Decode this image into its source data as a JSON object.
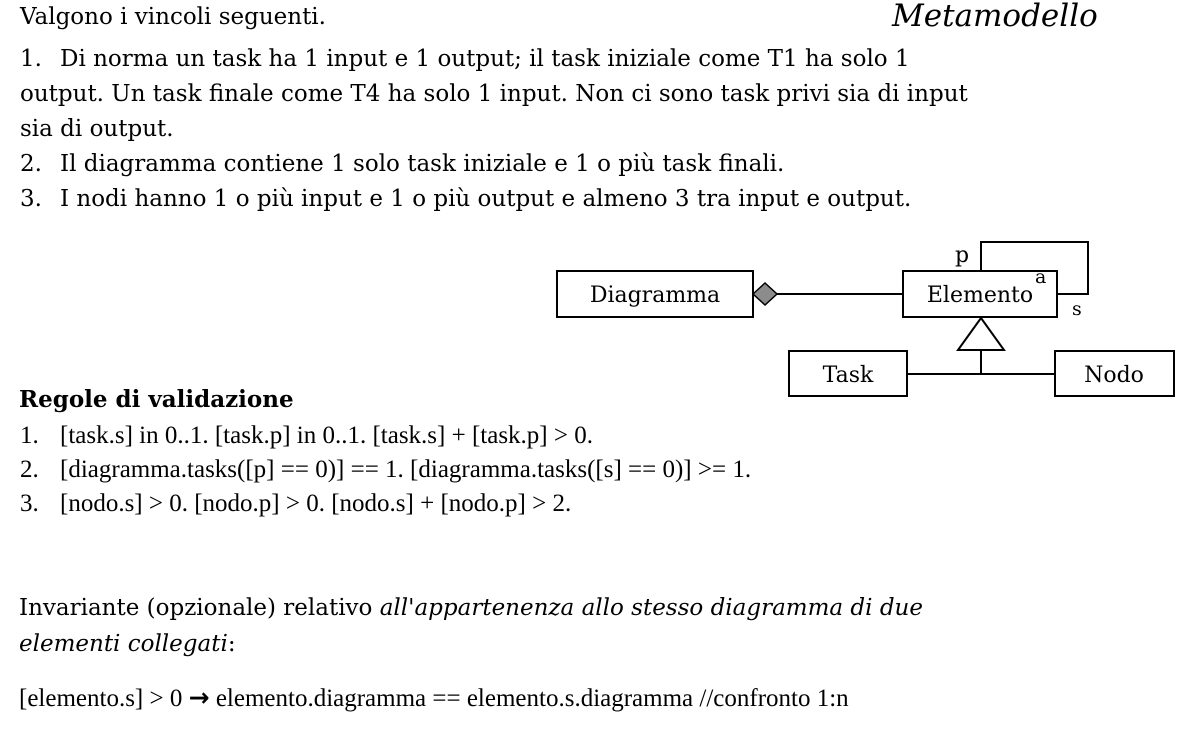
{
  "title": "Metamodello",
  "constraints": {
    "intro": "Valgono i vincoli seguenti.",
    "item1_line1": "Di norma un task ha 1 input e 1 output; il task iniziale come T1 ha solo 1",
    "item1_line2": "output. Un task finale come T4 ha solo 1 input. Non ci sono task privi sia di input",
    "item1_line3": "sia di output.",
    "item2": "Il diagramma contiene 1 solo task iniziale e 1 o più task finali.",
    "item3": "I nodi hanno 1 o più input e 1 o più output e almeno 3 tra input e output.",
    "numbers": [
      "1.",
      "2.",
      "3."
    ]
  },
  "diagram": {
    "diagramma": "Diagramma",
    "elemento": "Elemento",
    "task": "Task",
    "nodo": "Nodo",
    "role_p": "p",
    "role_a": "a",
    "role_s": "s"
  },
  "rules": {
    "heading": "Regole di validazione",
    "numbers": [
      "1.",
      "2.",
      "3."
    ],
    "r1": "[task.s] in 0..1. [task.p] in 0..1. [task.s] + [task.p] > 0.",
    "r2": "[diagramma.tasks([p] == 0)] == 1. [diagramma.tasks([s] == 0)] >= 1.",
    "r3": "[nodo.s] > 0. [nodo.p] > 0. [nodo.s] + [nodo.p] > 2."
  },
  "invariant": {
    "text_prefix": "Invariante (opzionale) relativo ",
    "text_italic1": "all'appartenenza allo stesso diagramma di due",
    "text_italic2": "elementi collegati",
    "text_suffix": ":",
    "formula_left": "[elemento.s] > 0 ",
    "arrow": "→",
    "formula_right": " elemento.diagramma == elemento.s.diagramma //confronto 1:n"
  }
}
